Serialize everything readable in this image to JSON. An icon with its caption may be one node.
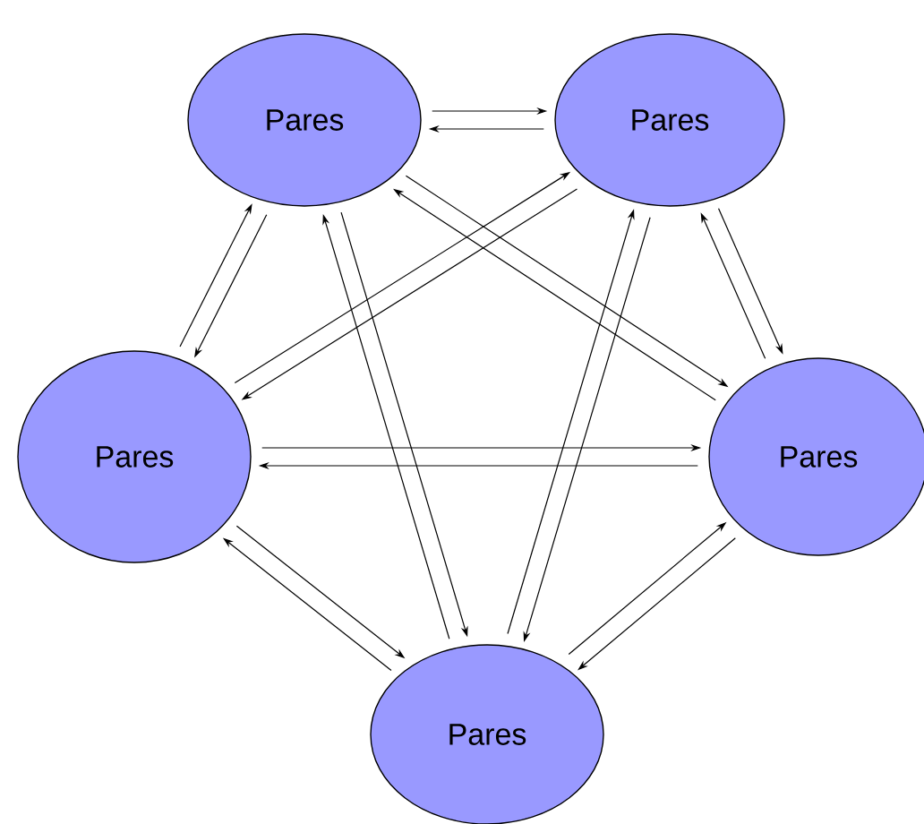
{
  "diagram": {
    "nodes": [
      {
        "text": [
          "Pares"
        ]
      },
      {
        "text": [
          "Pares"
        ]
      },
      {
        "text": [
          "Pares"
        ]
      },
      {
        "text": [
          "Pares"
        ]
      },
      {
        "text": [
          "Pares"
        ]
      }
    ],
    "edges": [
      {
        "from": 1,
        "to": 0,
        "arrow": "to"
      },
      {
        "from": 0,
        "to": 1,
        "arrow": "to"
      },
      {
        "from": 0,
        "to": 2,
        "arrow": "to"
      },
      {
        "from": 2,
        "to": 0,
        "arrow": "to"
      },
      {
        "from": 0,
        "to": 3,
        "arrow": "to"
      },
      {
        "from": 3,
        "to": 0,
        "arrow": "to"
      },
      {
        "from": 0,
        "to": 4,
        "arrow": "to"
      },
      {
        "from": 4,
        "to": 0,
        "arrow": "to"
      },
      {
        "from": 1,
        "to": 2,
        "arrow": "to"
      },
      {
        "from": 2,
        "to": 1,
        "arrow": "to"
      },
      {
        "from": 1,
        "to": 3,
        "arrow": "to"
      },
      {
        "from": 3,
        "to": 1,
        "arrow": "to"
      },
      {
        "from": 1,
        "to": 4,
        "arrow": "to"
      },
      {
        "from": 4,
        "to": 1,
        "arrow": "to"
      },
      {
        "from": 2,
        "to": 3,
        "arrow": "to"
      },
      {
        "from": 3,
        "to": 2,
        "arrow": "to"
      },
      {
        "from": 2,
        "to": 4,
        "arrow": "to"
      },
      {
        "from": 4,
        "to": 2,
        "arrow": "to"
      },
      {
        "from": 3,
        "to": 4,
        "arrow": "to"
      },
      {
        "from": 4,
        "to": 3,
        "arrow": "to"
      }
    ]
  }
}
